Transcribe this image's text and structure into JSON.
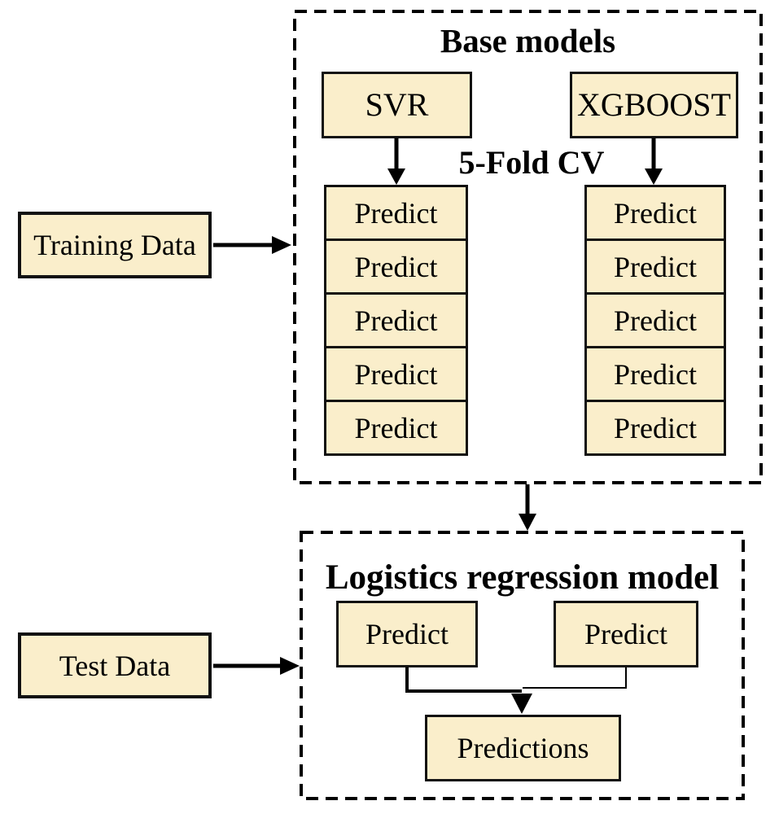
{
  "colors": {
    "box_fill": "#FAEECB",
    "box_border": "#111111",
    "dashed_border": "#000000",
    "background": "#ffffff"
  },
  "inputs": {
    "training_label": "Training Data",
    "test_label": "Test Data"
  },
  "base": {
    "title": "Base models",
    "cv_label": "5-Fold CV",
    "models": [
      {
        "label": "SVR"
      },
      {
        "label": "XGBOOST"
      }
    ],
    "left_predictions": [
      "Predict",
      "Predict",
      "Predict",
      "Predict",
      "Predict"
    ],
    "right_predictions": [
      "Predict",
      "Predict",
      "Predict",
      "Predict",
      "Predict"
    ]
  },
  "meta": {
    "title": "Logistics regression model",
    "predictions": [
      "Predict",
      "Predict"
    ],
    "output_label": "Predictions"
  }
}
